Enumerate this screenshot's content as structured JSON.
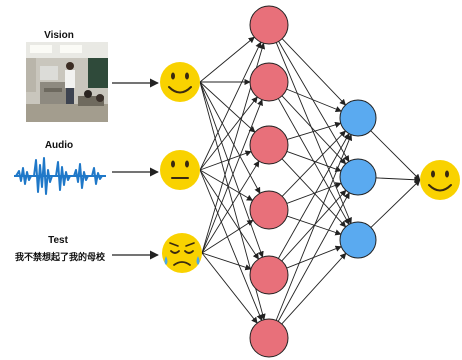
{
  "inputs": {
    "vision": {
      "title": "Vision",
      "emotion": "happy"
    },
    "audio": {
      "title": "Audio",
      "emotion": "neutral"
    },
    "text": {
      "title": "Test",
      "sentence": "我不禁想起了我的母校",
      "emotion": "sad"
    }
  },
  "output": {
    "emotion": "happy"
  },
  "network": {
    "hidden_layer_nodes": 6,
    "output_layer_nodes": 3
  },
  "colors": {
    "hidden_node": "#e8707a",
    "output_node": "#5aaaf0",
    "emoji_face": "#f9d200",
    "waveform": "#1f78c8",
    "edge": "#222222",
    "tear": "#4aa8e8"
  }
}
